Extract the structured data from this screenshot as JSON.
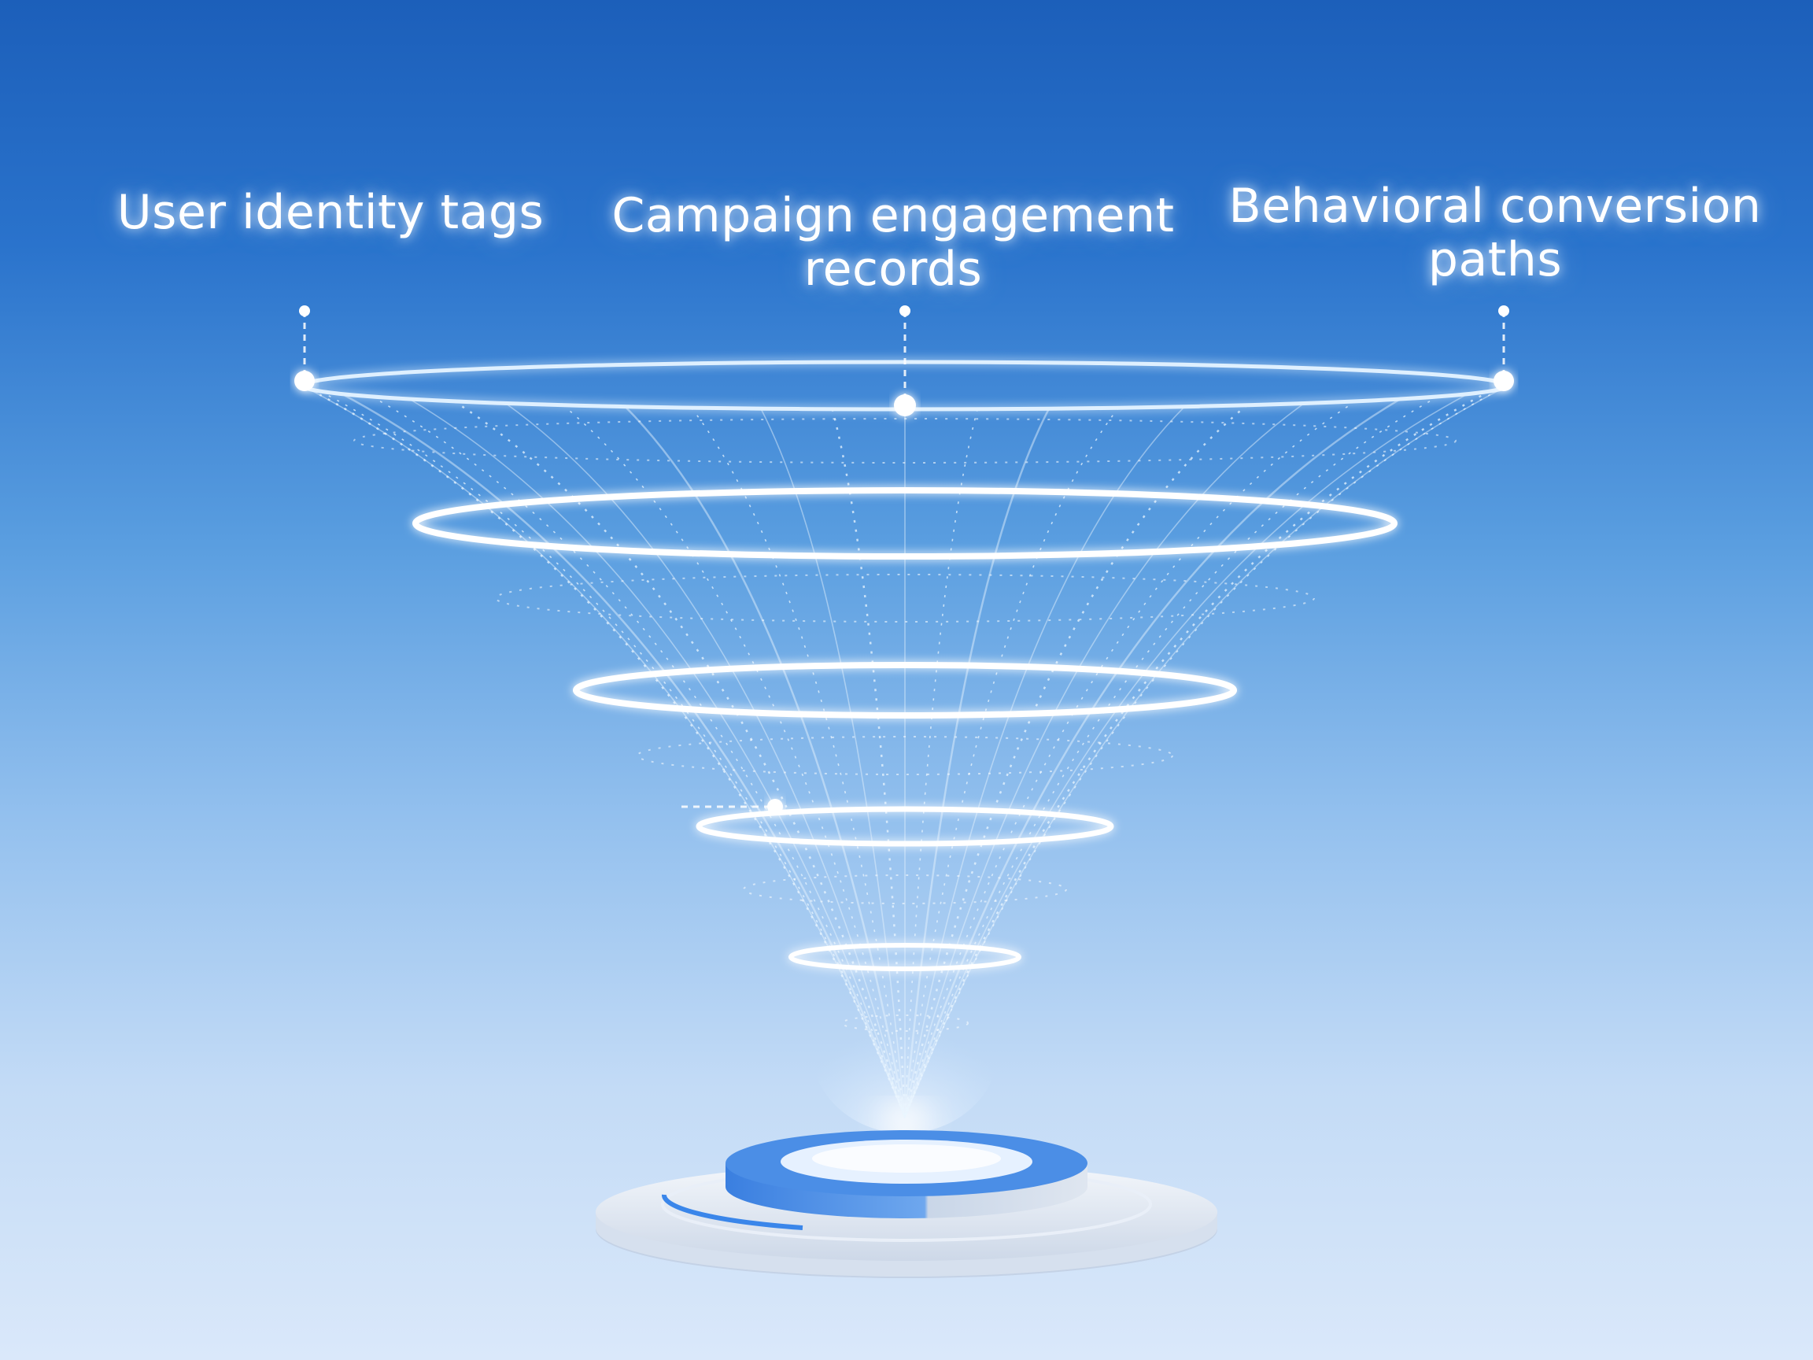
{
  "labels": [
    {
      "id": "user-identity-tags",
      "text": "User identity tags"
    },
    {
      "id": "campaign-engagement-records",
      "line1": "Campaign engagement",
      "line2": "records"
    },
    {
      "id": "behavioral-conversion-paths",
      "line1": "Behavioral conversion",
      "line2": "paths"
    }
  ],
  "colors": {
    "background_top": "#1c5fba",
    "background_bottom": "#dae8fa",
    "glow": "#ffffff",
    "accent": "#2f7de0",
    "pedestal": "#e8eef7"
  }
}
